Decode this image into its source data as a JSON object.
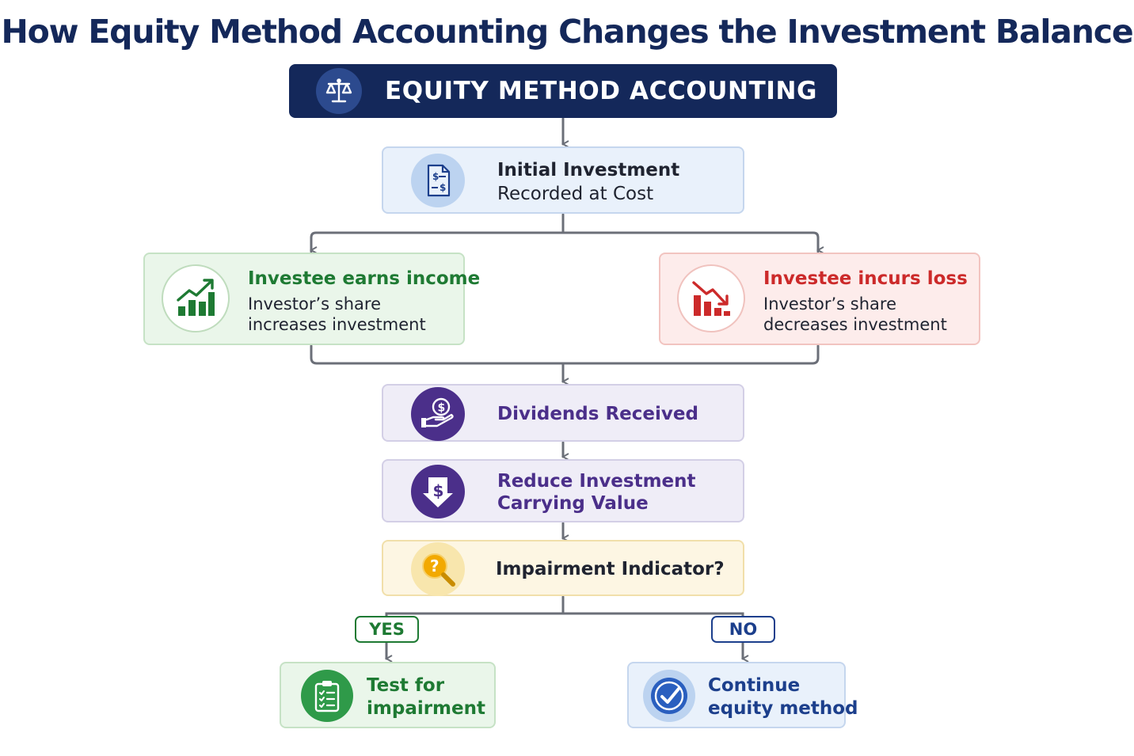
{
  "title": "How Equity Method Accounting Changes the Investment Balance",
  "header": {
    "label": "EQUITY METHOD ACCOUNTING",
    "icon": "balance-scale-icon"
  },
  "nodes": {
    "initial": {
      "line1": "Initial Investment",
      "line2": "Recorded at Cost",
      "icon": "dollar-document-icon"
    },
    "income": {
      "title": "Investee earns income",
      "line1": "Investor’s share",
      "line2": "increases investment",
      "icon": "growth-chart-icon",
      "color": "#1e7a33"
    },
    "loss": {
      "title": "Investee incurs loss",
      "line1": "Investor’s share",
      "line2": "decreases investment",
      "icon": "declining-chart-icon",
      "color": "#cc2a2a"
    },
    "dividends": {
      "label": "Dividends Received",
      "icon": "hand-coin-icon"
    },
    "reduce": {
      "line1": "Reduce Investment",
      "line2": "Carrying Value",
      "icon": "dollar-down-icon"
    },
    "impairment": {
      "label": "Impairment Indicator?",
      "icon": "question-magnifier-icon"
    },
    "test": {
      "line1": "Test for",
      "line2": "impairment",
      "icon": "checklist-clipboard-icon"
    },
    "continue": {
      "line1": "Continue",
      "line2": "equity method",
      "icon": "check-circle-icon"
    }
  },
  "branches": {
    "yes": "YES",
    "no": "NO"
  },
  "colors": {
    "navy": "#14285a",
    "purple": "#4b2f8a",
    "green": "#1e7a33",
    "red": "#cc2a2a",
    "blue": "#1c3f8c"
  }
}
